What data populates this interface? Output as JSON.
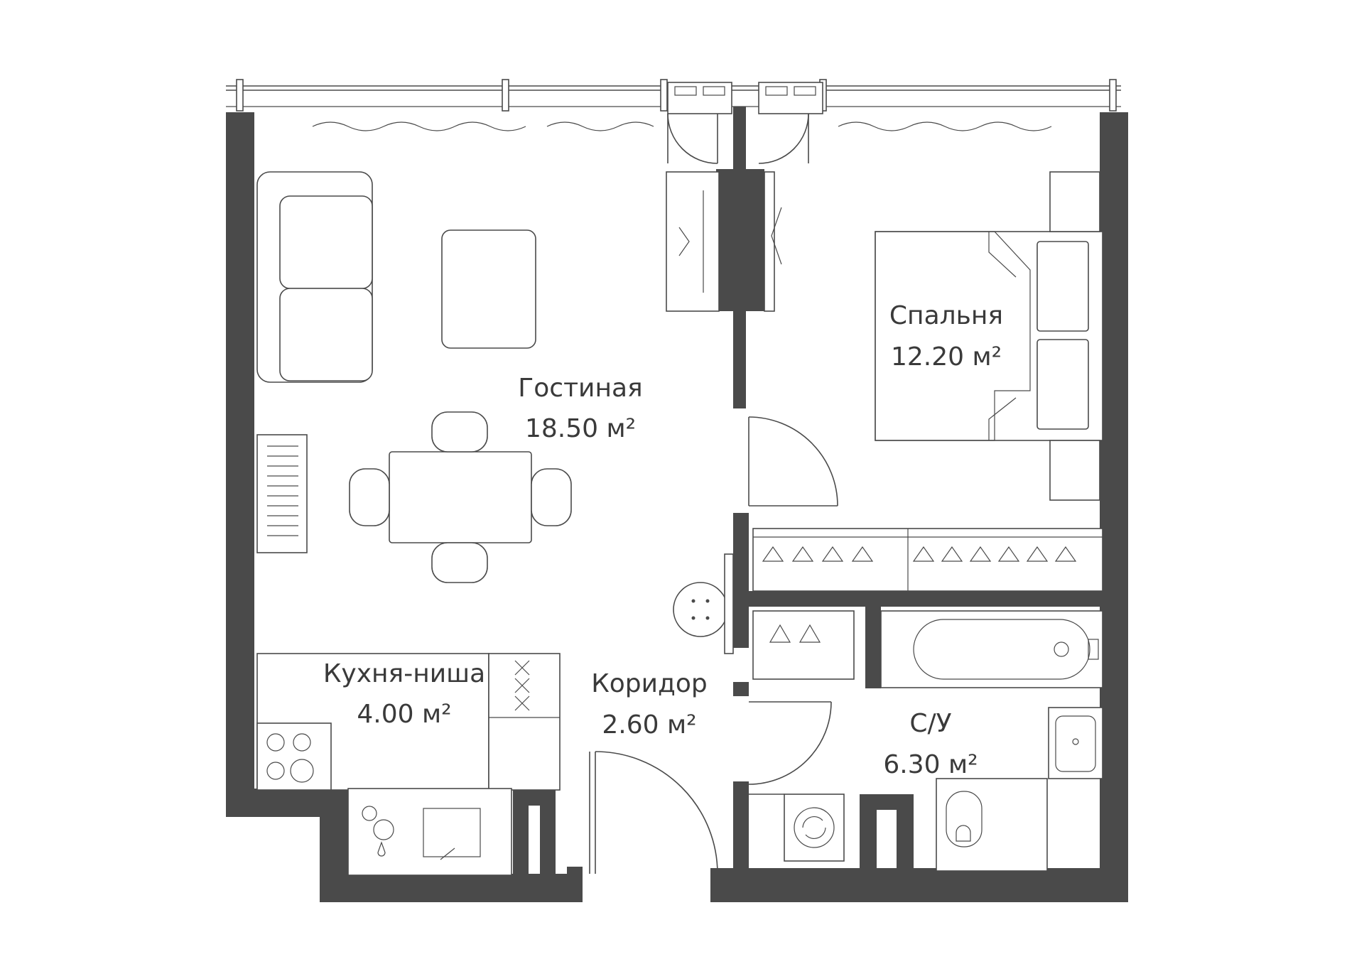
{
  "colors": {
    "wall": "#4a4a4a",
    "line": "#4a4a4a",
    "text": "#3a3a3a",
    "background": "#ffffff"
  },
  "rooms": {
    "living": {
      "name": "Гостиная",
      "area": "18.50 м²"
    },
    "bedroom": {
      "name": "Спальня",
      "area": "12.20 м²"
    },
    "kitchen": {
      "name": "Кухня-ниша",
      "area": "4.00 м²"
    },
    "corridor": {
      "name": "Коридор",
      "area": "2.60 м²"
    },
    "bathroom": {
      "name": "С/У",
      "area": "6.30 м²"
    }
  }
}
